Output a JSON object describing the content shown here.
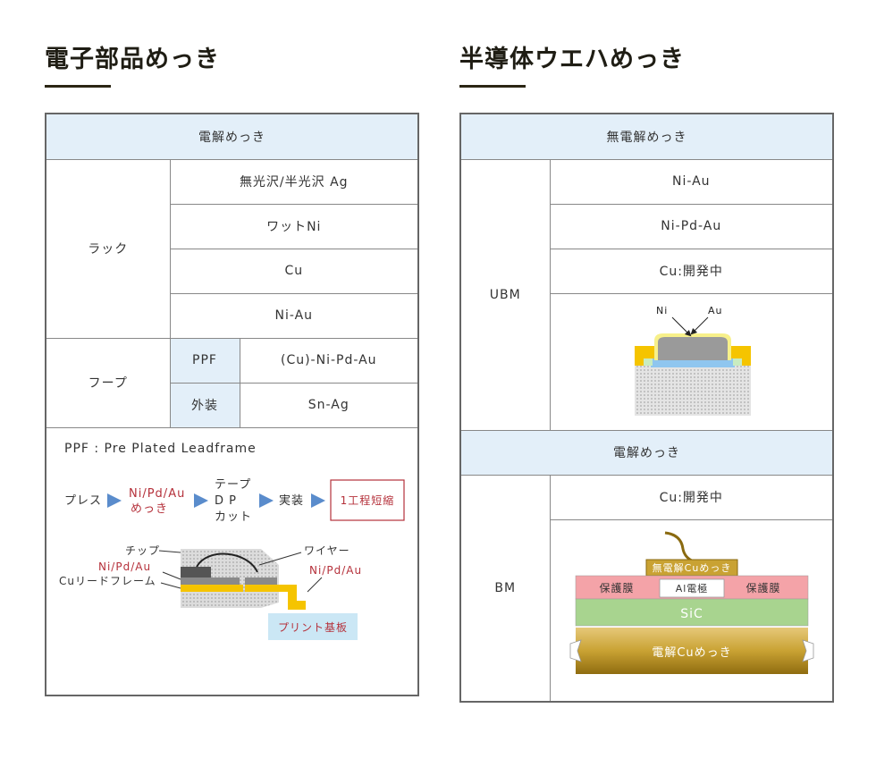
{
  "left": {
    "title": "電子部品めっき",
    "header": "電解めっき",
    "rack_label": "ラック",
    "rack_items": [
      "無光沢/半光沢 Ag",
      "ワットNi",
      "Cu",
      "Ni-Au"
    ],
    "hoop_label": "フープ",
    "hoop_rows": [
      {
        "sub": "PPF",
        "value": "(Cu)-Ni-Pd-Au"
      },
      {
        "sub": "外装",
        "value": "Sn-Ag"
      }
    ],
    "note": "PPF : Pre Plated Leadframe",
    "flow": {
      "press": "プレス",
      "plating_1": "Ni/Pd/Au",
      "plating_2": "めっき",
      "tape_1": "テープ",
      "tape_2": "D P",
      "tape_3": "カット",
      "mount": "実装",
      "shortened": "1工程短縮"
    },
    "diagram": {
      "chip": "チップ",
      "plating_left": "Ni/Pd/Au",
      "leadframe": "Cuリードフレーム",
      "wire": "ワイヤー",
      "plating_right": "Ni/Pd/Au",
      "board": "プリント基板"
    }
  },
  "right": {
    "title": "半導体ウエハめっき",
    "header_ubm": "無電解めっき",
    "ubm_label": "UBM",
    "ubm_items": [
      "Ni-Au",
      "Ni-Pd-Au",
      "Cu:開発中"
    ],
    "ubm_diagram": {
      "ni": "Ni",
      "au": "Au"
    },
    "header_bm": "電解めっき",
    "bm_label": "BM",
    "bm_item": "Cu:開発中",
    "bm_diagram": {
      "top_cu": "無電解Cuめっき",
      "protect_left": "保護膜",
      "al_electrode": "Al電極",
      "protect_right": "保護膜",
      "sic": "SiC",
      "bottom_cu": "電解Cuめっき"
    }
  },
  "colors": {
    "header_bg": "#e3eff9",
    "plating_red": "#b5313b",
    "arrow_blue": "#5a8ccc",
    "lead_yellow": "#f5c400",
    "board_bg": "#cbe7f5",
    "protect_pink": "#f4a3a8",
    "sic_green": "#a8d48f",
    "cu_gold": "#c9a233"
  }
}
